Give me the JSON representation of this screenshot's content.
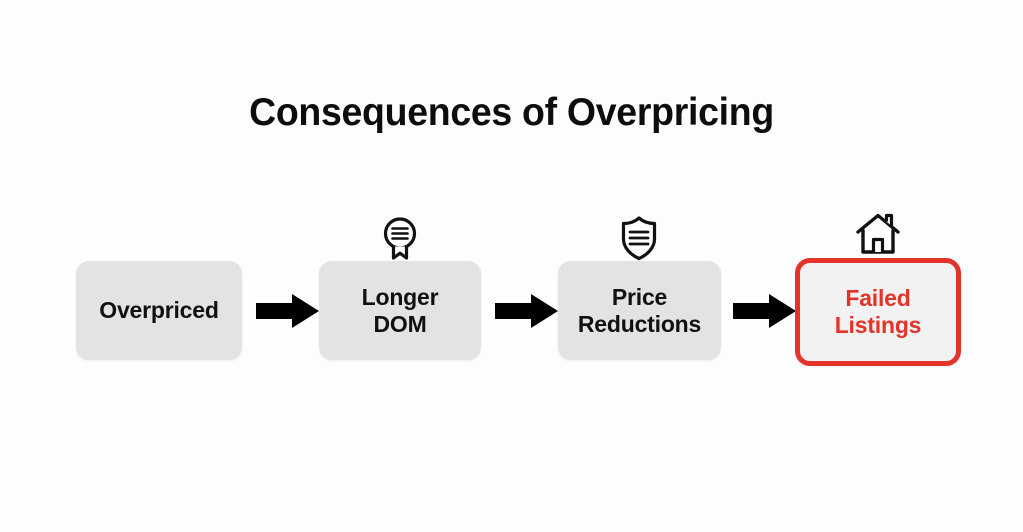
{
  "slide": {
    "title": "Consequences of Overpricing",
    "background_color": "#fdfdfd",
    "title_color": "#0d0d0d"
  },
  "colors": {
    "node_fill": "#e3e3e3",
    "node_text": "#111111",
    "danger_red": "#e4342a",
    "danger_fill": "#f2f2f2",
    "arrow": "#000000",
    "icon_stroke": "#111111"
  },
  "flow": {
    "type": "linear-process",
    "nodes": [
      {
        "id": "overpriced",
        "label": "Overpriced",
        "icon": null,
        "highlight": false
      },
      {
        "id": "longer-dom",
        "label": "Longer\nDOM",
        "icon": "badge-lines-icon",
        "highlight": false
      },
      {
        "id": "price-reductions",
        "label": "Price\nReductions",
        "icon": "shield-lines-icon",
        "highlight": false
      },
      {
        "id": "failed-listings",
        "label": "Failed\nListings",
        "icon": "house-icon",
        "highlight": true
      }
    ],
    "connectors": [
      {
        "id": "arrow-1",
        "icon": "arrow-right-icon",
        "from": "overpriced",
        "to": "longer-dom"
      },
      {
        "id": "arrow-2",
        "icon": "arrow-right-icon",
        "from": "longer-dom",
        "to": "price-reductions"
      },
      {
        "id": "arrow-3",
        "icon": "arrow-right-icon",
        "from": "price-reductions",
        "to": "failed-listings"
      }
    ]
  }
}
